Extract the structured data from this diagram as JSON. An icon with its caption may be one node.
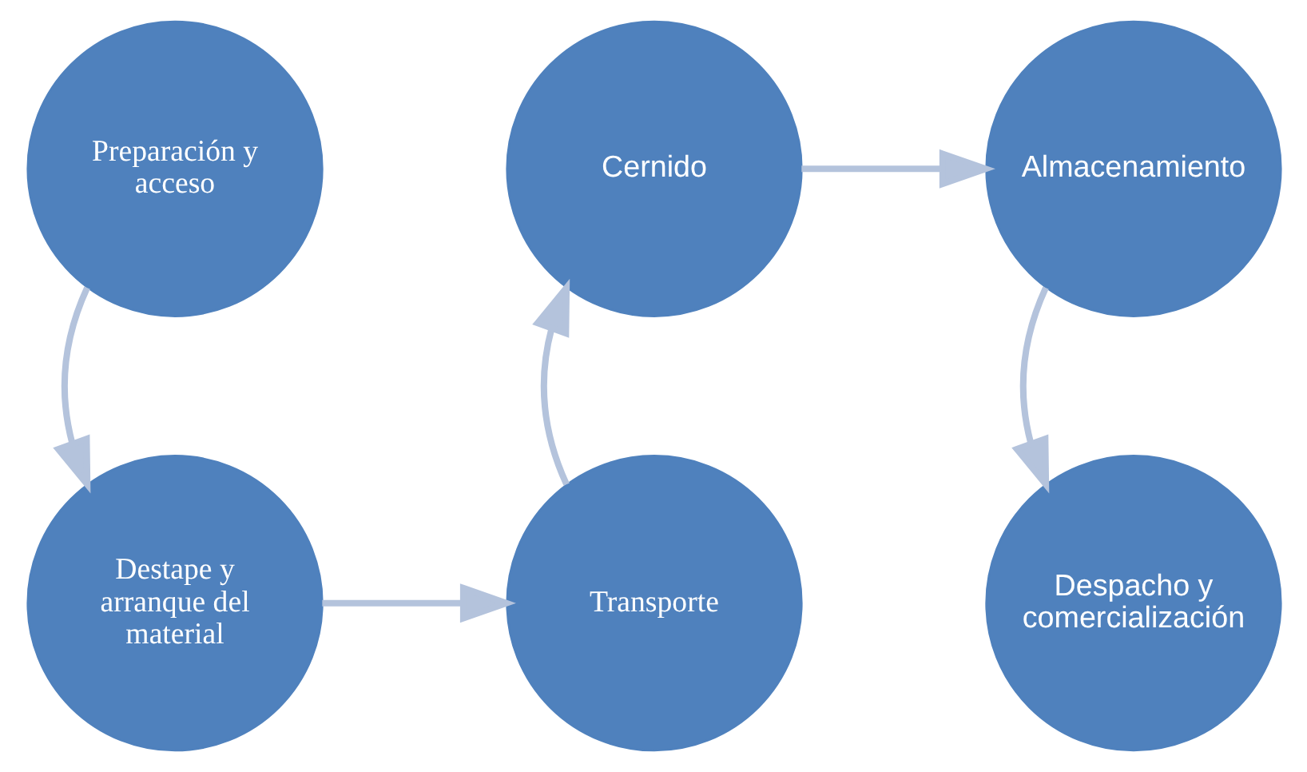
{
  "diagram": {
    "nodes": [
      {
        "text": [
          "Preparación y acceso"
        ]
      },
      {
        "text": [
          "Destape y arranque del material"
        ]
      },
      {
        "text": [
          "Transporte"
        ]
      },
      {
        "text": [
          "Cernido"
        ]
      },
      {
        "text": [
          "Almacenamiento"
        ]
      },
      {
        "text": [
          "Despacho y comercialización"
        ]
      }
    ],
    "edges": [
      {
        "from": 0,
        "to": 1,
        "arrow": "to"
      },
      {
        "from": 1,
        "to": 2,
        "arrow": "to"
      },
      {
        "from": 2,
        "to": 3,
        "arrow": "to"
      },
      {
        "from": 3,
        "to": 4,
        "arrow": "to"
      },
      {
        "from": 4,
        "to": 5,
        "arrow": "to"
      }
    ]
  }
}
